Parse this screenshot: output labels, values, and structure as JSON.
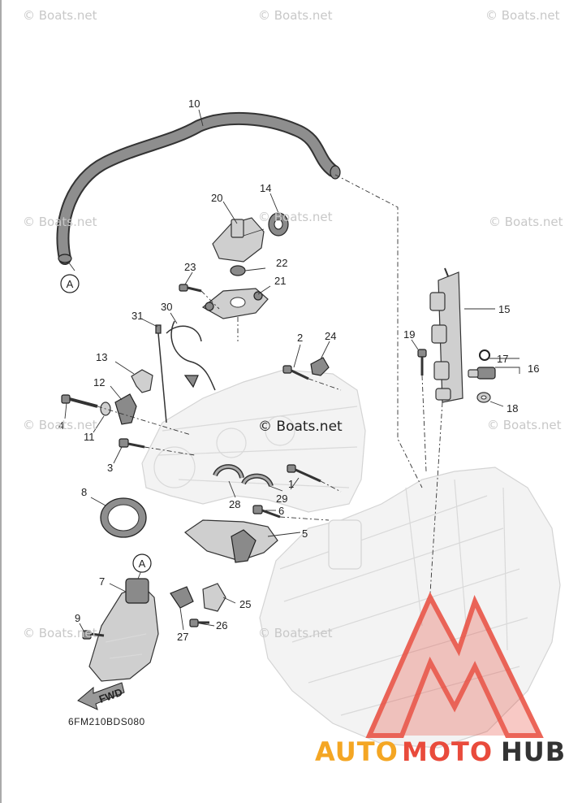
{
  "watermarks": [
    "© Boats.net",
    "© Boats.net",
    "© Boats.net",
    "© Boats.net",
    "© Boats.net",
    "© Boats.net",
    "© Boats.net",
    "© Boats.net",
    "© Boats.net",
    "© Boats.net"
  ],
  "center_watermark": "© Boats.net",
  "callouts": [
    "1",
    "2",
    "3",
    "4",
    "5",
    "6",
    "7",
    "8",
    "9",
    "10",
    "11",
    "12",
    "13",
    "14",
    "15",
    "16",
    "17",
    "18",
    "19",
    "20",
    "21",
    "22",
    "23",
    "24",
    "25",
    "26",
    "27",
    "28",
    "29",
    "30",
    "31"
  ],
  "ref_markers": [
    "A",
    "A"
  ],
  "direction_label": "FWD",
  "diagram_code": "6FM210BDS080",
  "brand": {
    "part1": "AUTO",
    "part2": "MOTO",
    "part3": "HUB",
    "colors": {
      "auto": "#f4a623",
      "moto": "#e94b3c",
      "hub": "#333333",
      "logo": "#e94b3c"
    }
  }
}
